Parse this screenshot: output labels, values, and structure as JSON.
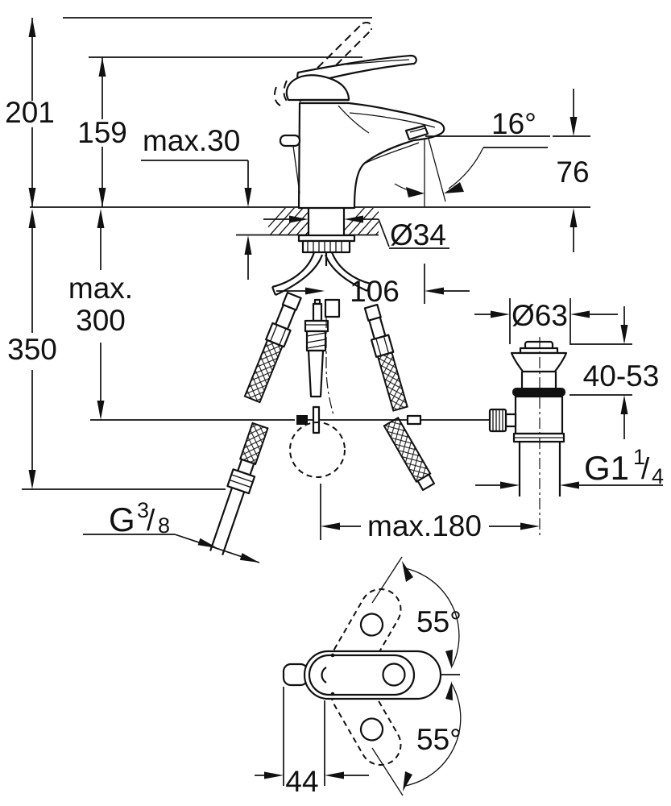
{
  "title": "Single-lever basin mixer installation drawing",
  "colors": {
    "ink": "#111111",
    "paper": "#ffffff"
  },
  "labels": {
    "overall_height": "201",
    "body_height": "159",
    "deck_thickness": "max.30",
    "spout_angle": "16°",
    "spout_height": "76",
    "hole_diameter": "Ø34",
    "rod_offset": "106",
    "hose_drop_word": "max.",
    "hose_drop_value": "300",
    "supply_drop": "350",
    "waste_flange_diameter": "Ø63",
    "clamping_range": "40-53",
    "waste_thread_base": "G1",
    "waste_thread_sup": "1",
    "waste_thread_slash": "/",
    "waste_thread_sub": "4",
    "supply_thread_base": "G",
    "supply_thread_sup": "3",
    "supply_thread_slash": "/",
    "supply_thread_sub": "8",
    "rod_reach": "max.180",
    "swing_up": "55°",
    "swing_down": "55°",
    "spout_to_axis": "44"
  }
}
